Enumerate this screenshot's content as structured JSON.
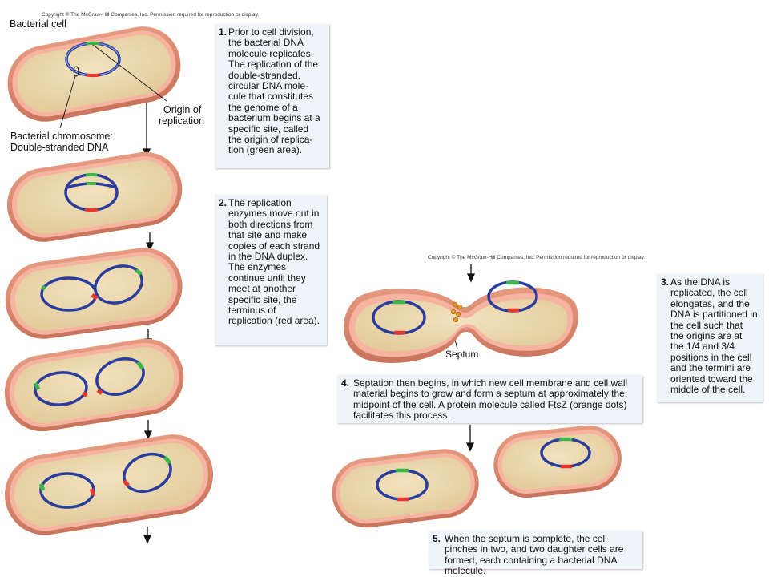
{
  "copyright": {
    "left": "Copyright © The McGraw-Hill Companies, Inc. Permission required for reproduction or display.",
    "right": "Copyright © The McGraw-Hill Companies, Inc. Permission required for reproduction or display."
  },
  "labels": {
    "bacterial_cell": "Bacterial cell",
    "origin_line1": "Origin of",
    "origin_line2": "replication",
    "chromosome_line1": "Bacterial chromosome:",
    "chromosome_line2": "Double-stranded DNA",
    "septum": "Septum"
  },
  "steps": [
    {
      "num": "1.",
      "text": "Prior to cell division, the bacterial DNA molecule replicates. The replication of the double-stranded, circular DNA mole-cule that constitutes the genome of a bacterium begins at a specific site, called the origin of replica-tion (green area)."
    },
    {
      "num": "2.",
      "text": "The replication enzymes move out in both directions from that site and make copies of each strand in the DNA duplex. The enzymes continue until they meet at another specific site, the terminus of replication (red area)."
    },
    {
      "num": "3.",
      "text": "As the DNA is replicated, the cell elongates, and the DNA is partitioned in the cell such that the origins are at the 1/4 and 3/4 positions in the cell and the termini are oriented toward the middle of the cell."
    },
    {
      "num": "4.",
      "text": "Septation then begins, in which new cell membrane and cell wall material begins to grow and form a septum at approximately the midpoint of the cell. A protein molecule called FtsZ (orange dots) facilitates this process."
    },
    {
      "num": "5.",
      "text": "When the septum is complete, the cell pinches in two, and two daughter cells are formed, each containing a bacterial DNA molecule."
    }
  ],
  "colors": {
    "cell_wall": "#d98a70",
    "membrane": "#f5b3a0",
    "cytoplasm": "#ecd9b0",
    "dna": "#2a3d9c",
    "origin": "#3cb54a",
    "terminus": "#e8362e",
    "ftsz": "#e39a2d",
    "box_bg": "#eef4f7"
  }
}
